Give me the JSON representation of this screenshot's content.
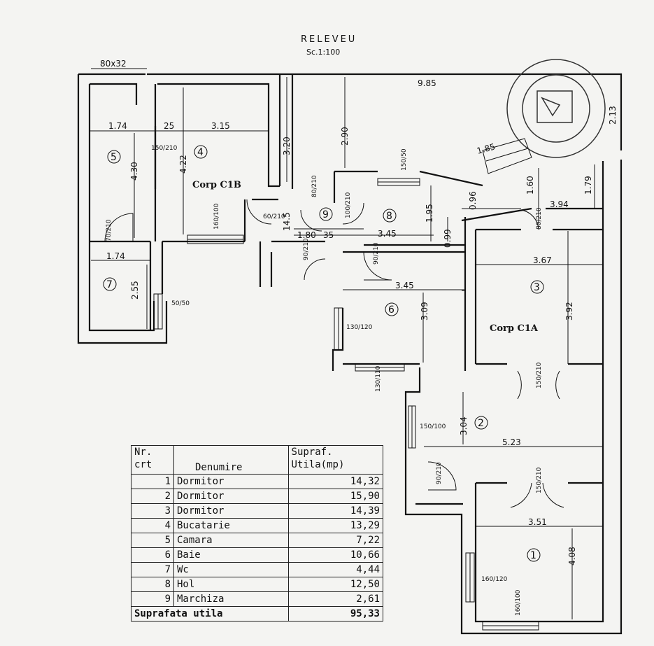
{
  "plan": {
    "title": "RELEVEU",
    "scale": "Sc.1:100",
    "corp_b": "Corp C1B",
    "corp_a": "Corp C1A",
    "rooms": [
      "1",
      "2",
      "3",
      "4",
      "5",
      "6",
      "7",
      "8",
      "9"
    ],
    "dimensions": [
      "80x32",
      "9.85",
      "1.74",
      "25",
      "3.15",
      "3.20",
      "2.90",
      "4.30",
      "4.22",
      "1.74",
      "2.55",
      "14.5",
      "1.80",
      "35",
      "3.45",
      "1.95",
      "0.99",
      "0.96",
      "1.85",
      "1.60",
      "3.94",
      "1.79",
      "2.13",
      "3.45",
      "3.09",
      "3.67",
      "3.92",
      "3.04",
      "5.23",
      "3.51",
      "4.08"
    ],
    "openings": [
      "150/210",
      "80/210",
      "160/100",
      "60/210",
      "90/210",
      "100/210",
      "70/210",
      "90/210",
      "50/50",
      "80/210",
      "130/120",
      "130/110",
      "150/100",
      "90/210",
      "150/210",
      "150/210",
      "160/120",
      "160/100",
      "150/50"
    ]
  },
  "legend": {
    "header": {
      "nr": "Nr.",
      "crt": "crt",
      "name": "Denumire",
      "area1": "Supraf.",
      "area2": "Utila(mp)"
    },
    "rows": [
      {
        "nr": "1",
        "name": "Dormitor",
        "area": "14,32"
      },
      {
        "nr": "2",
        "name": "Dormitor",
        "area": "15,90"
      },
      {
        "nr": "3",
        "name": "Dormitor",
        "area": "14,39"
      },
      {
        "nr": "4",
        "name": "Bucatarie",
        "area": "13,29"
      },
      {
        "nr": "5",
        "name": "Camara",
        "area": "7,22"
      },
      {
        "nr": "6",
        "name": "Baie",
        "area": "10,66"
      },
      {
        "nr": "7",
        "name": "Wc",
        "area": "4,44"
      },
      {
        "nr": "8",
        "name": "Hol",
        "area": "12,50"
      },
      {
        "nr": "9",
        "name": "Marchiza",
        "area": "2,61"
      }
    ],
    "total_label": "Suprafata utila",
    "total_value": "95,33"
  }
}
